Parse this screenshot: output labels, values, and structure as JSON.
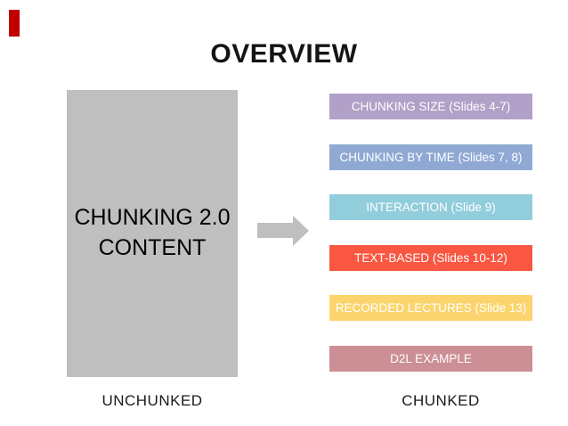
{
  "slide": {
    "title": "OVERVIEW",
    "accent_bar_color": "#C00000",
    "background_color": "#FFFFFF"
  },
  "unchunked": {
    "caption": "UNCHUNKED",
    "box": {
      "label_line1": "CHUNKING 2.0",
      "label_line2": "CONTENT",
      "fill_color": "#BFBFBF",
      "text_color": "#000000"
    }
  },
  "arrow": {
    "direction": "right",
    "fill_color": "#BFBFBF"
  },
  "chunked": {
    "caption": "CHUNKED",
    "item_text_color": "#FFFFFF",
    "items": [
      {
        "label": "CHUNKING SIZE (Slides 4-7)",
        "color": "#B1A0C7"
      },
      {
        "label": "CHUNKING BY TIME (Slides 7, 8)",
        "color": "#8FA9D4"
      },
      {
        "label": "INTERACTION (Slide 9)",
        "color": "#92CDDC"
      },
      {
        "label": "TEXT-BASED (Slides 10-12)",
        "color": "#F95742"
      },
      {
        "label": "RECORDED LECTURES (Slide 13)",
        "color": "#FBD46D"
      },
      {
        "label": "D2L EXAMPLE",
        "color": "#CC8F96"
      }
    ]
  }
}
